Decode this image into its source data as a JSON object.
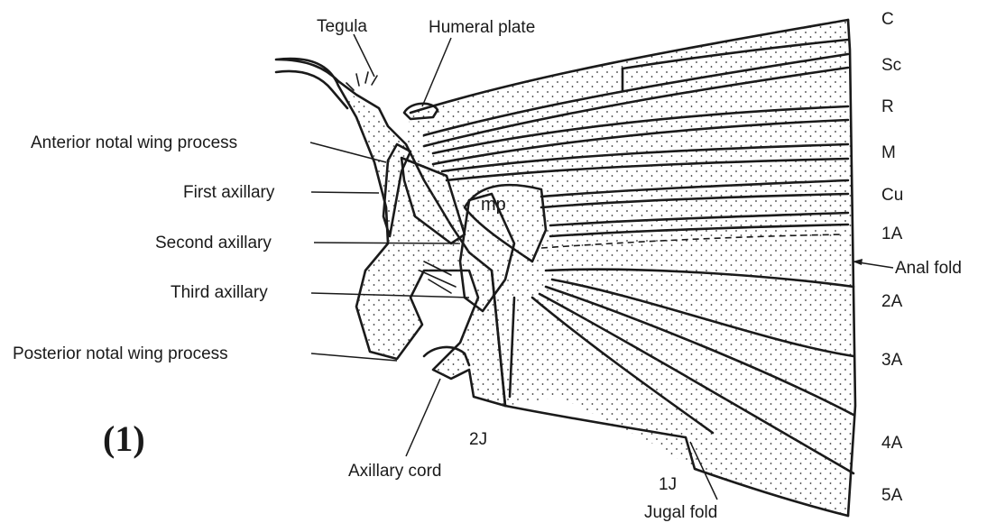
{
  "labels": {
    "tegula": "Tegula",
    "humeral_plate": "Humeral plate",
    "anterior_notal": "Anterior notal wing process",
    "first_axillary": "First axillary",
    "second_axillary": "Second axillary",
    "third_axillary": "Third axillary",
    "posterior_notal": "Posterior notal wing process",
    "axillary_cord": "Axillary cord",
    "mp": "mp",
    "anal_fold": "Anal fold",
    "jugal_fold": "Jugal fold",
    "two_j": "2J",
    "one_j": "1J",
    "panel": "(1)"
  },
  "veins": [
    "C",
    "Sc",
    "R",
    "M",
    "Cu",
    "1A",
    "2A",
    "3A",
    "4A",
    "5A"
  ]
}
